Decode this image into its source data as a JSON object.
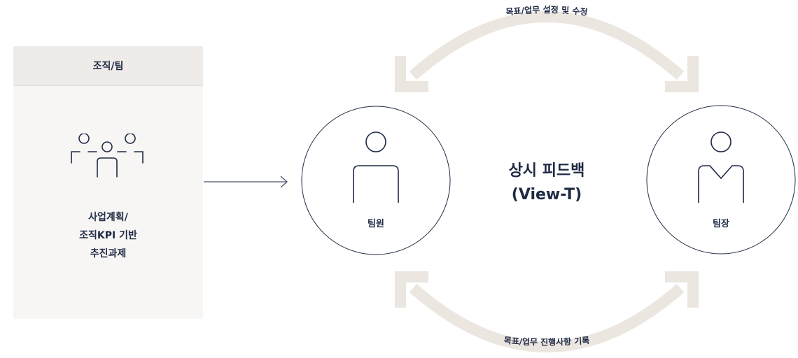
{
  "org_panel": {
    "header": "조직/팀",
    "icon": "group-people-icon",
    "text_lines": [
      "사업계획/",
      "조직KPI 기반",
      "추진과제"
    ]
  },
  "team_member": {
    "label": "팀원",
    "icon": "person-icon"
  },
  "team_leader": {
    "label": "팀장",
    "icon": "person-collar-icon"
  },
  "center": {
    "line1": "상시 피드백",
    "line2": "(View-T)"
  },
  "arcs": {
    "top_label": "목표/업무 설정 및 수정",
    "bottom_label": "목표/업무 진행사항 기록"
  },
  "colors": {
    "navy": "#1f2a44",
    "arrow_beige": "#ebe6df",
    "panel_bg": "#f8f6f4",
    "panel_header_bg": "#efebe8"
  }
}
